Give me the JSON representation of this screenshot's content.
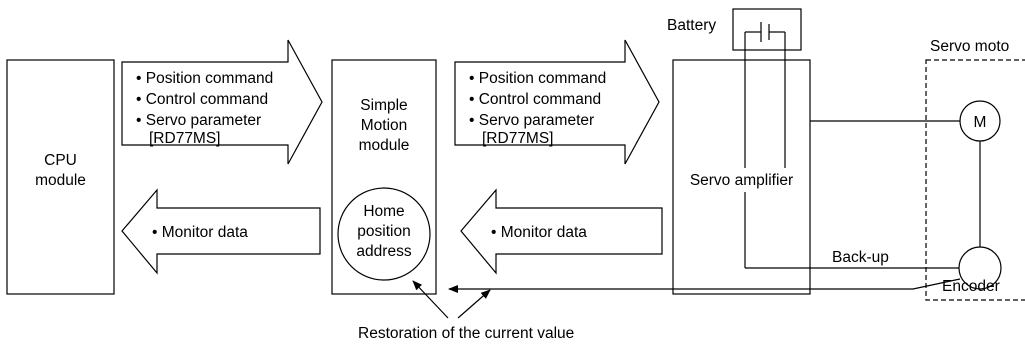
{
  "cpu_module": {
    "line1": "CPU",
    "line2": "module"
  },
  "simple_motion_module": {
    "line1": "Simple",
    "line2": "Motion",
    "line3": "module"
  },
  "home_position": {
    "line1": "Home",
    "line2": "position",
    "line3": "address"
  },
  "servo_amplifier": {
    "label": "Servo amplifier"
  },
  "battery": {
    "label": "Battery"
  },
  "servo_motor": {
    "label": "Servo moto",
    "motor_symbol": "M"
  },
  "encoder": {
    "label": "Encoder"
  },
  "backup": {
    "label": "Back-up"
  },
  "command_arrow_1": {
    "items": [
      "• Position command",
      "• Control command",
      "• Servo parameter",
      "[RD77MS]"
    ]
  },
  "command_arrow_2": {
    "items": [
      "• Position command",
      "• Control command",
      "• Servo parameter",
      "[RD77MS]"
    ]
  },
  "monitor_arrow_1": {
    "label": "• Monitor data"
  },
  "monitor_arrow_2": {
    "label": "• Monitor data"
  },
  "restoration": {
    "label": "Restoration of the current value"
  }
}
